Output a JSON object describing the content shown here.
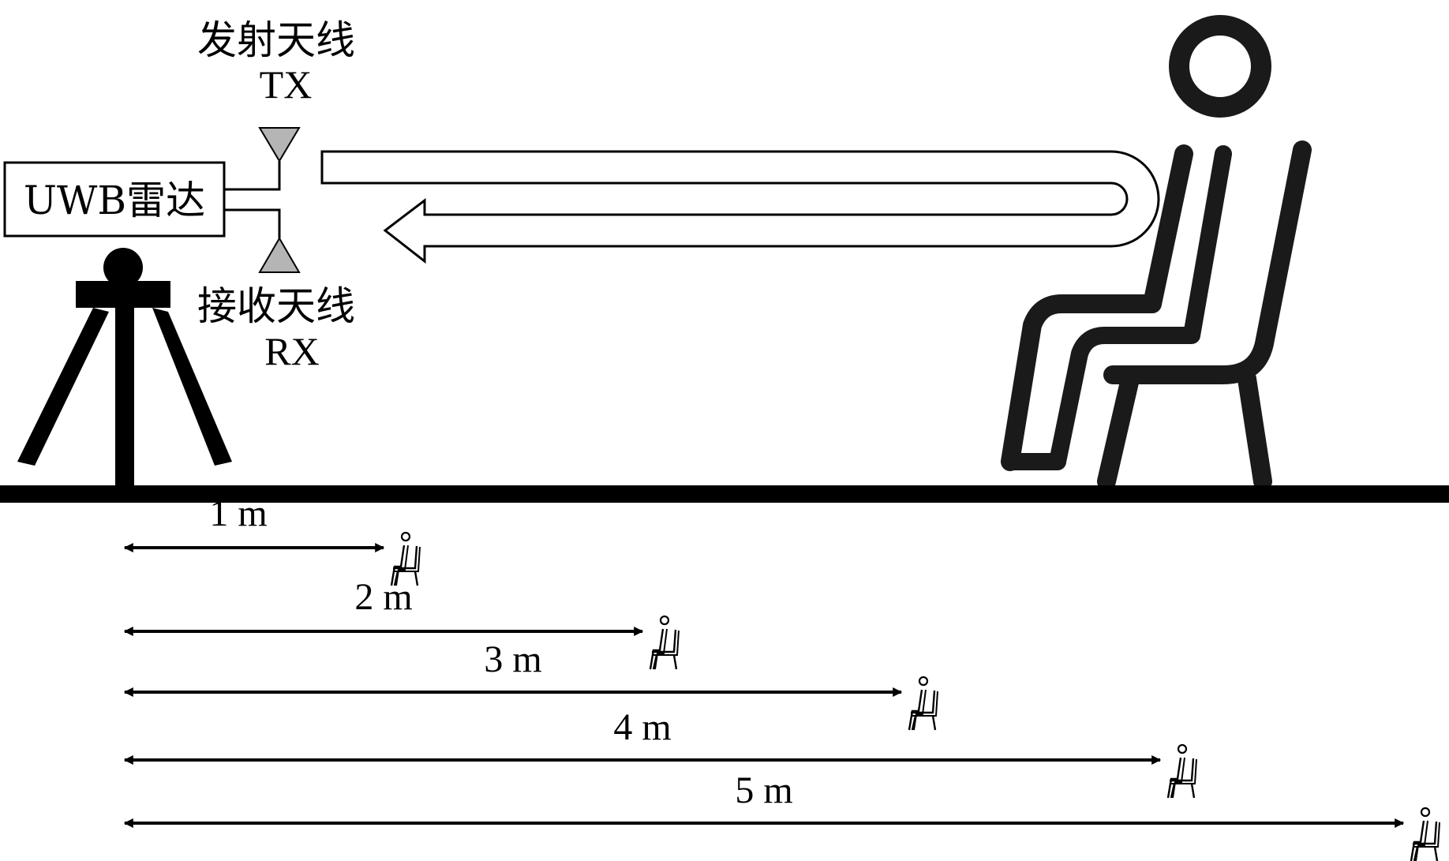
{
  "radar_label": "UWB雷达",
  "tx_antenna": {
    "name": "发射天线",
    "code": "TX"
  },
  "rx_antenna": {
    "name": "接收天线",
    "code": "RX"
  },
  "distances": [
    {
      "label": "1 m",
      "value": 1
    },
    {
      "label": "2 m",
      "value": 2
    },
    {
      "label": "3 m",
      "value": 3
    },
    {
      "label": "4 m",
      "value": 4
    },
    {
      "label": "5 m",
      "value": 5
    }
  ],
  "colors": {
    "ink": "#000000",
    "antenna_fill": "#b5b5b5",
    "figure": "#1a1a1a",
    "background": "#ffffff"
  }
}
